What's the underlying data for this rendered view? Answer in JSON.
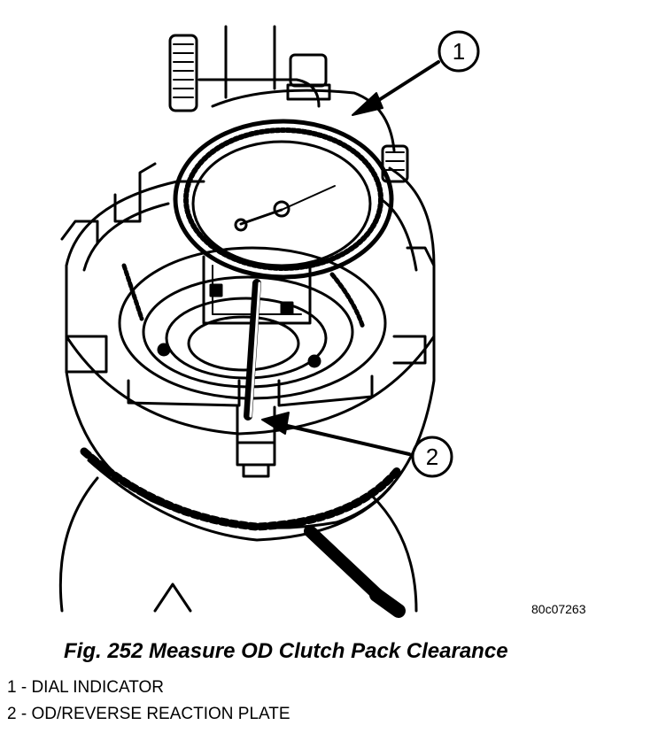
{
  "figure": {
    "callouts": [
      {
        "number": "1",
        "label": "DIAL INDICATOR"
      },
      {
        "number": "2",
        "label": "OD/REVERSE REACTION PLATE"
      }
    ],
    "image_code": "80c07263",
    "caption": "Fig. 252 Measure OD Clutch Pack Clearance",
    "legend": [
      "1 - DIAL INDICATOR",
      "2 - OD/REVERSE REACTION PLATE"
    ]
  }
}
